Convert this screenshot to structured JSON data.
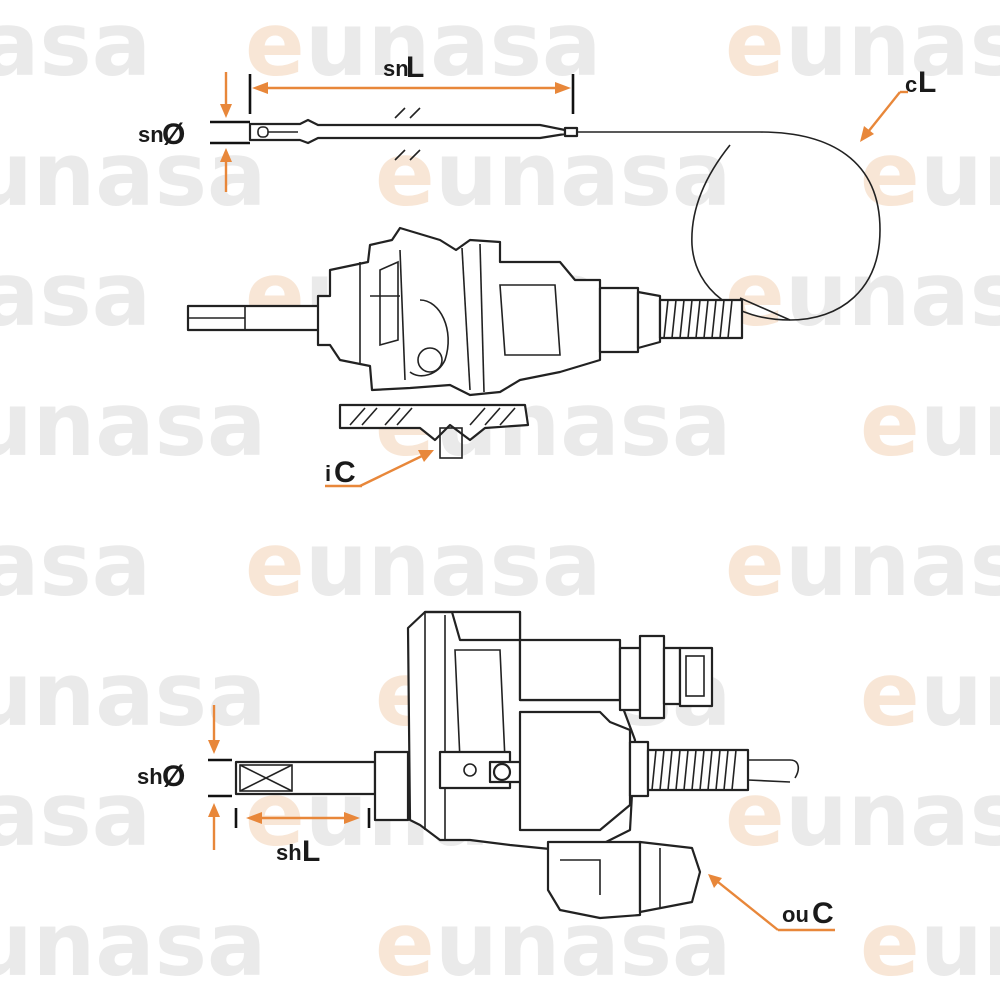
{
  "watermark": {
    "brand_initial": "e",
    "brand_rest": "unasa",
    "brand_word": "unasa",
    "brand_short": "asa",
    "brand_short2": "eun"
  },
  "labels": {
    "sensor_length": {
      "prefix": "sn",
      "main": "L"
    },
    "sensor_diameter": {
      "prefix": "sn",
      "main": "Ø"
    },
    "capillary_length": {
      "prefix": "c",
      "main": "L"
    },
    "inlet_connection": {
      "prefix": "i",
      "main": "C"
    },
    "shaft_diameter": {
      "prefix": "sh",
      "main": "Ø"
    },
    "shaft_length": {
      "prefix": "sh",
      "main": "L"
    },
    "outlet_connection": {
      "prefix": "ou",
      "main": "C"
    }
  },
  "colors": {
    "dimension_arrow": "#e8873a",
    "line": "#222222",
    "watermark_gray": "#d9d9d9",
    "watermark_orange": "#f3d3b6"
  }
}
